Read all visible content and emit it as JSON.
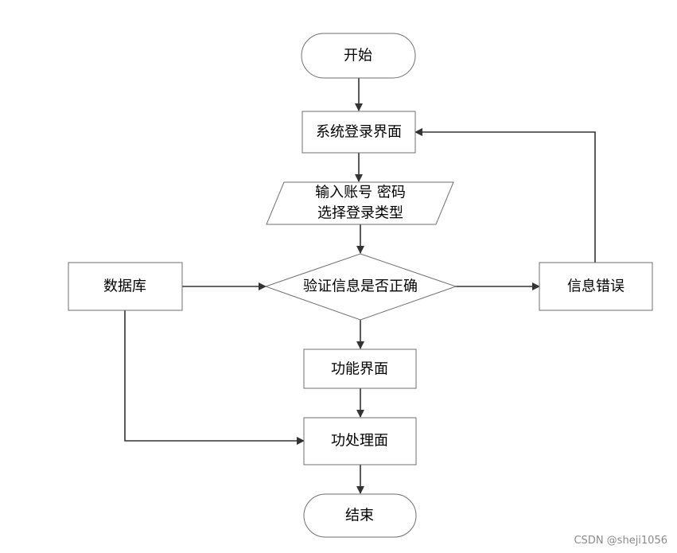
{
  "diagram": {
    "nodes": {
      "start": "开始",
      "login_screen": "系统登录界面",
      "input_line1": "输入账号 密码",
      "input_line2": "选择登录类型",
      "verify": "验证信息是否正确",
      "database": "数据库",
      "info_error": "信息错误",
      "function_screen": "功能界面",
      "processing_screen": "功处理面",
      "end": "结束"
    }
  },
  "watermark": "CSDN @sheji1056",
  "colors": {
    "node_border": "#6f6f6f",
    "edge": "#333333",
    "text": "#000000",
    "watermark": "#8a8a8a"
  }
}
